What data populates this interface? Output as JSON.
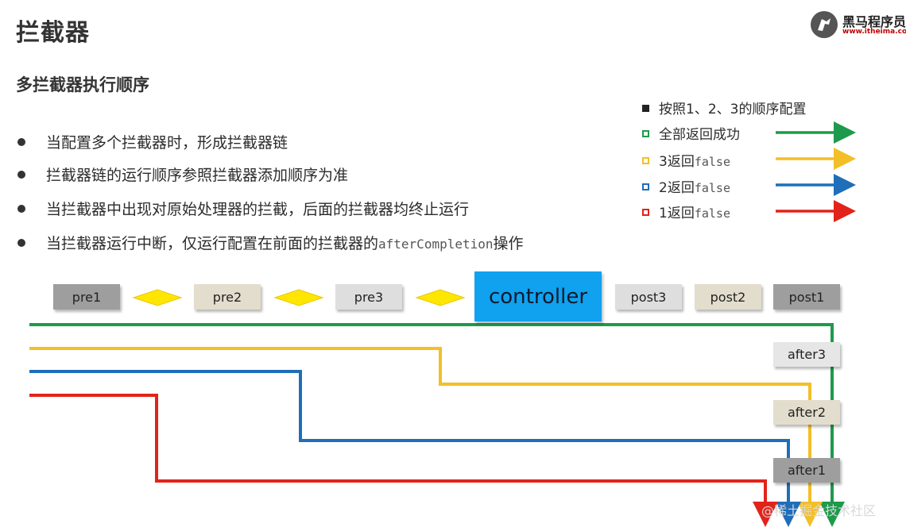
{
  "header": {
    "title": "拦截器",
    "subtitle": "多拦截器执行顺序"
  },
  "logo": {
    "name": "黑马程序员",
    "url": "www.itheima.com"
  },
  "bullets": [
    {
      "text": "当配置多个拦截器时，形成拦截器链"
    },
    {
      "text": "拦截器链的运行顺序参照拦截器添加顺序为准"
    },
    {
      "text": "当拦截器中出现对原始处理器的拦截，后面的拦截器均终止运行"
    },
    {
      "text_before": "当拦截器运行中断，仅运行配置在前面的拦截器的",
      "code": "afterCompletion",
      "text_after": "操作"
    }
  ],
  "legend": {
    "header": "按照1、2、3的顺序配置",
    "items": [
      {
        "label": "全部返回成功",
        "code": "",
        "color": "#1e9a4c"
      },
      {
        "label": "3返回",
        "code": "false",
        "color": "#f3bf28"
      },
      {
        "label": "2返回",
        "code": "false",
        "color": "#1f6eb9"
      },
      {
        "label": "1返回",
        "code": "false",
        "color": "#e2231a"
      }
    ]
  },
  "flow": {
    "pre": [
      "pre1",
      "pre2",
      "pre3"
    ],
    "controller": "controller",
    "post": [
      "post3",
      "post2",
      "post1"
    ],
    "after": [
      "after3",
      "after2",
      "after1"
    ]
  },
  "colors": {
    "green": "#1e9a4c",
    "yellow": "#f3bf28",
    "blue": "#1f6eb9",
    "red": "#e2231a",
    "controller": "#10a1ef",
    "diamond": "#ffe600"
  },
  "watermark": "@稀土掘金技术社区"
}
